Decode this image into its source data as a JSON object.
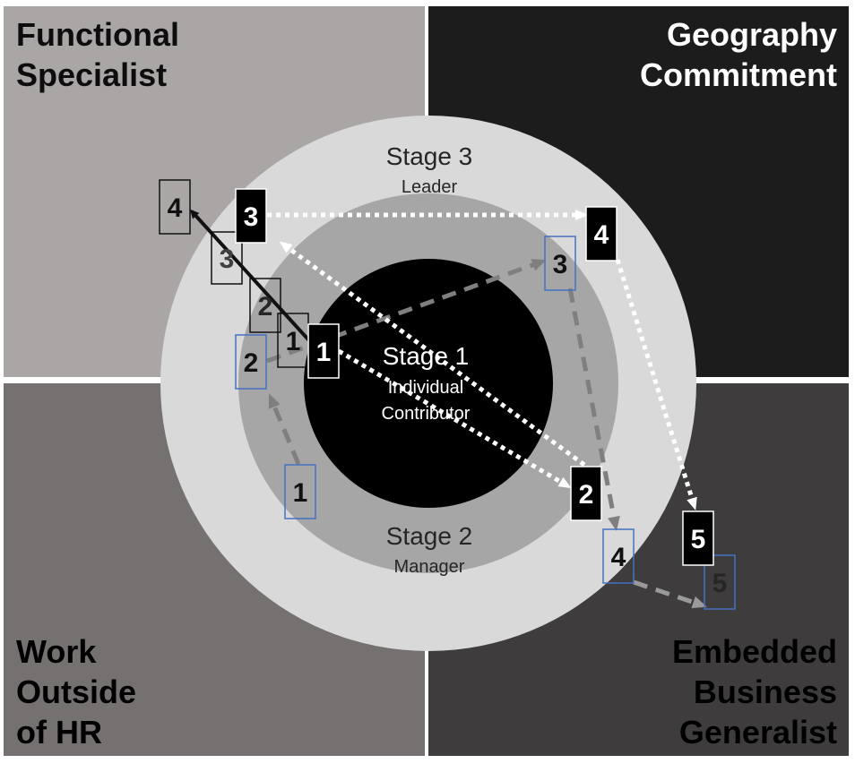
{
  "quadrants": {
    "top_left": "Functional\nSpecialist",
    "top_right": "Geography\nCommitment",
    "bottom_left": "Work\nOutside\nof HR",
    "bottom_right": "Embedded\nBusiness\nGeneralist"
  },
  "stages": {
    "stage3": {
      "title": "Stage 3",
      "subtitle": "Leader"
    },
    "stage2": {
      "title": "Stage 2",
      "subtitle": "Manager"
    },
    "stage1": {
      "title": "Stage 1",
      "line1": "Individual",
      "line2": "Contributor"
    }
  },
  "colors": {
    "ring_outer": "#d9d9d9",
    "ring_middle": "#a6a6a6",
    "core": "#000000",
    "path_solid": "#111111",
    "path_dashed": "#7f7f7f",
    "path_dotted": "#ffffff",
    "blue_outline": "#4472c4"
  },
  "paths": {
    "functional_specialist_steps": [
      "1",
      "2",
      "3",
      "4"
    ],
    "embedded_generalist_steps": [
      "1",
      "2",
      "3",
      "4",
      "5"
    ],
    "geography_commitment_steps": [
      "1",
      "2",
      "3",
      "4",
      "5"
    ]
  }
}
